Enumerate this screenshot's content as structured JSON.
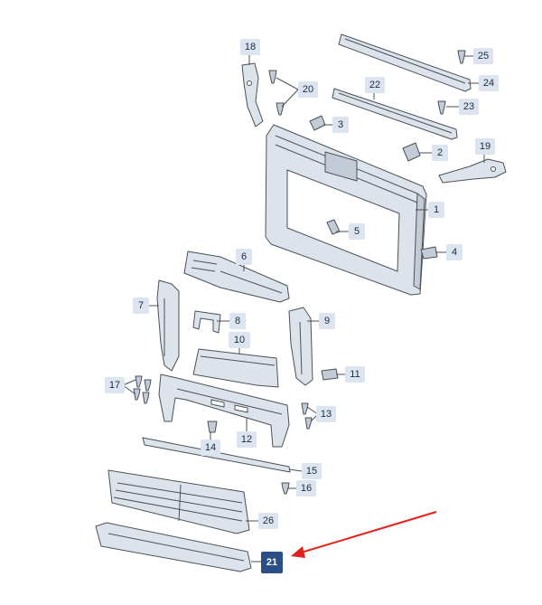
{
  "diagram": {
    "callouts": [
      {
        "id": "1",
        "label": "1"
      },
      {
        "id": "2",
        "label": "2"
      },
      {
        "id": "3",
        "label": "3"
      },
      {
        "id": "4",
        "label": "4"
      },
      {
        "id": "5",
        "label": "5"
      },
      {
        "id": "6",
        "label": "6"
      },
      {
        "id": "7",
        "label": "7"
      },
      {
        "id": "8",
        "label": "8"
      },
      {
        "id": "9",
        "label": "9"
      },
      {
        "id": "10",
        "label": "10"
      },
      {
        "id": "11",
        "label": "11"
      },
      {
        "id": "12",
        "label": "12"
      },
      {
        "id": "13",
        "label": "13"
      },
      {
        "id": "14",
        "label": "14"
      },
      {
        "id": "15",
        "label": "15"
      },
      {
        "id": "16",
        "label": "16"
      },
      {
        "id": "17",
        "label": "17"
      },
      {
        "id": "18",
        "label": "18"
      },
      {
        "id": "19",
        "label": "19"
      },
      {
        "id": "20",
        "label": "20"
      },
      {
        "id": "21",
        "label": "21",
        "highlighted": true
      },
      {
        "id": "22",
        "label": "22"
      },
      {
        "id": "23",
        "label": "23"
      },
      {
        "id": "24",
        "label": "24"
      },
      {
        "id": "25",
        "label": "25"
      },
      {
        "id": "26",
        "label": "26"
      }
    ],
    "highlight_color": "#2a4f86",
    "arrow_color": "#e3231b",
    "callout_fill": "#dce4ef"
  }
}
